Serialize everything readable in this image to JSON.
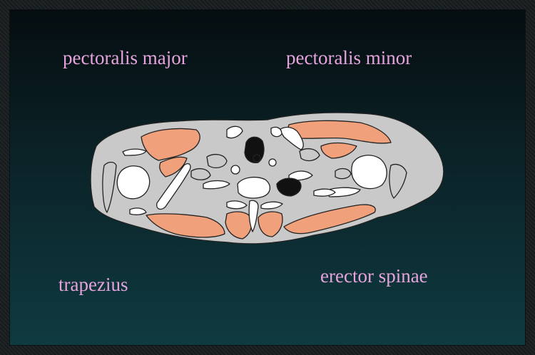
{
  "labels": {
    "pectoralis_major": "pectoralis major",
    "pectoralis_minor": "pectoralis minor",
    "trapezius": "trapezius",
    "erector_spinae": "erector spinae"
  },
  "colors": {
    "label": "#e6a3dc",
    "tissue": "#c9c9c9",
    "muscle": "#f0a07a",
    "bone": "#ffffff",
    "airway": "#111111",
    "outline": "#222222"
  }
}
